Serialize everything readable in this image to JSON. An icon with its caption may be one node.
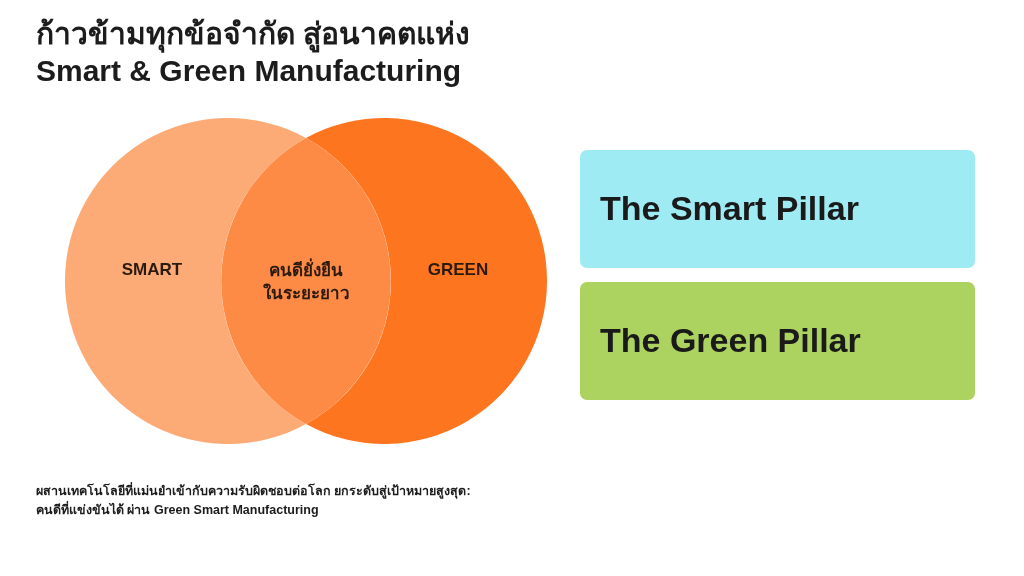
{
  "diagram": {
    "title": "ก้าวข้ามทุกข้อจำกัด สู่อนาคตแห่ง Smart & Green Manufacturing",
    "caption": "ผสานเทคโนโลยีที่แม่นยำเข้ากับความรับผิดชอบต่อโลก ยกระดับสู่เป้าหมายสูงสุด: คนดีที่แข่งขันได้ ผ่าน Green Smart Manufacturing",
    "nodes": [
      {
        "text": [
          "SMART"
        ]
      },
      {
        "text": [
          "GREEN"
        ]
      },
      {
        "text": [
          "คนดียั่งยืนในระยะยาว"
        ]
      },
      {
        "text": [
          "The Smart Pillar"
        ]
      },
      {
        "text": [
          "The Green Pillar"
        ]
      }
    ],
    "edges": []
  }
}
